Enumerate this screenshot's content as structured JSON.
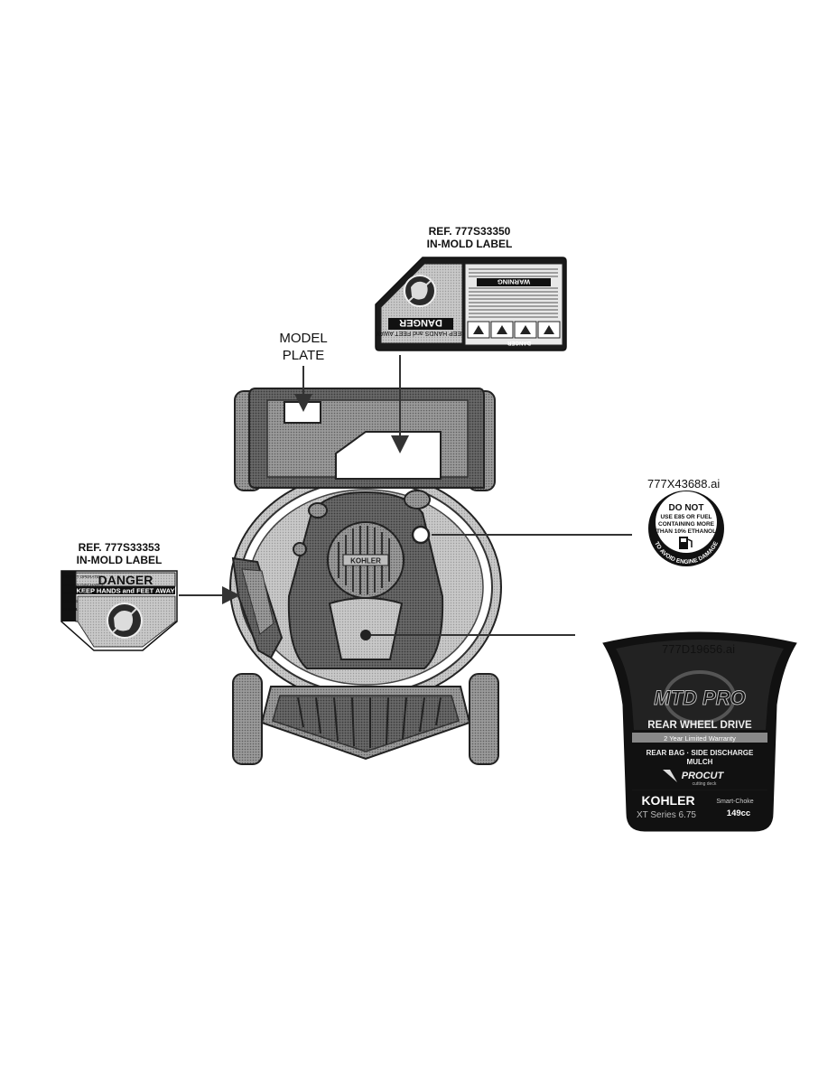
{
  "callouts": {
    "top_label": {
      "line1": "REF. 777S33350",
      "line2": "IN-MOLD LABEL"
    },
    "model_plate": {
      "line1": "MODEL",
      "line2": "PLATE"
    },
    "left_label": {
      "line1": "REF. 777S33353",
      "line2": "IN-MOLD LABEL"
    },
    "fuel_decal_file": "777X43688.ai",
    "hood_decal_file": "777D19656.ai"
  },
  "top_decal": {
    "danger_word": "DANGER",
    "danger_sub": "KEEP HANDS and FEET AWAY",
    "warning_word": "WARNING",
    "danger_small": "DANGER"
  },
  "left_decal": {
    "danger_word": "DANGER",
    "danger_sub": "KEEP HANDS and FEET AWAY",
    "side_text": [
      "DO NOT OPERATE",
      "UNLESS DISCHARGE",
      "COVER OR",
      "GRASS CATCHER",
      "IS IN PLACE"
    ]
  },
  "fuel_decal": {
    "lines": [
      "DO NOT",
      "USE E85 OR FUEL",
      "CONTAINING MORE",
      "THAN 10% ETHANOL"
    ],
    "arc_text": "TO AVOID ENGINE DAMAGE"
  },
  "hood_decal": {
    "brand": "MTD PRO",
    "drive": "REAR WHEEL DRIVE",
    "warranty": "2 Year Limited Warranty",
    "features_line1": "REAR BAG · SIDE DISCHARGE",
    "features_line2": "MULCH",
    "procut": "PROCUT",
    "procut_sub": "cutting deck",
    "engine_brand": "KOHLER",
    "choke": "Smart-Choke",
    "series": "XT Series 6.75",
    "displacement": "149cc"
  },
  "engine_badge": "KOHLER"
}
